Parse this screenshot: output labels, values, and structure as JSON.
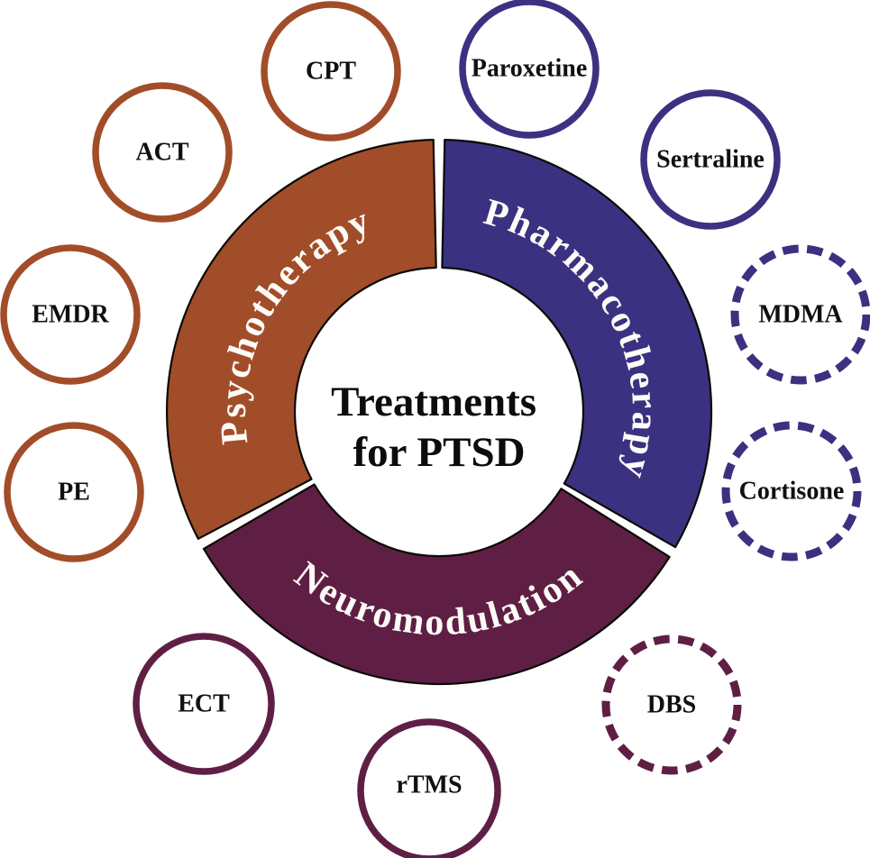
{
  "figure": {
    "title_line1": "Treatments",
    "title_line2": "for PTSD"
  },
  "colors": {
    "psychotherapy": "#a24d29",
    "pharmacotherapy": "#3b3181",
    "neuromodulation": "#5f1f44",
    "outline": "#0a0a05",
    "segment_label_text": "#fdfbf6",
    "node_label_text": "#101010",
    "background": "#ffffff"
  },
  "segments": [
    {
      "label": "Psychotherapy",
      "category": "psychotherapy"
    },
    {
      "label": "Pharmacotherapy",
      "category": "pharmacotherapy"
    },
    {
      "label": "Neuromodulation",
      "category": "neuromodulation"
    }
  ],
  "satellites": [
    {
      "label": "CPT",
      "category": "psychotherapy",
      "ring_style": "solid"
    },
    {
      "label": "Paroxetine",
      "category": "pharmacotherapy",
      "ring_style": "solid"
    },
    {
      "label": "ACT",
      "category": "psychotherapy",
      "ring_style": "solid"
    },
    {
      "label": "Sertraline",
      "category": "pharmacotherapy",
      "ring_style": "solid"
    },
    {
      "label": "EMDR",
      "category": "psychotherapy",
      "ring_style": "solid"
    },
    {
      "label": "MDMA",
      "category": "pharmacotherapy",
      "ring_style": "dashed"
    },
    {
      "label": "PE",
      "category": "psychotherapy",
      "ring_style": "solid"
    },
    {
      "label": "Cortisone",
      "category": "pharmacotherapy",
      "ring_style": "dashed"
    },
    {
      "label": "ECT",
      "category": "neuromodulation",
      "ring_style": "solid"
    },
    {
      "label": "DBS",
      "category": "neuromodulation",
      "ring_style": "dashed"
    },
    {
      "label": "rTMS",
      "category": "neuromodulation",
      "ring_style": "solid"
    }
  ]
}
